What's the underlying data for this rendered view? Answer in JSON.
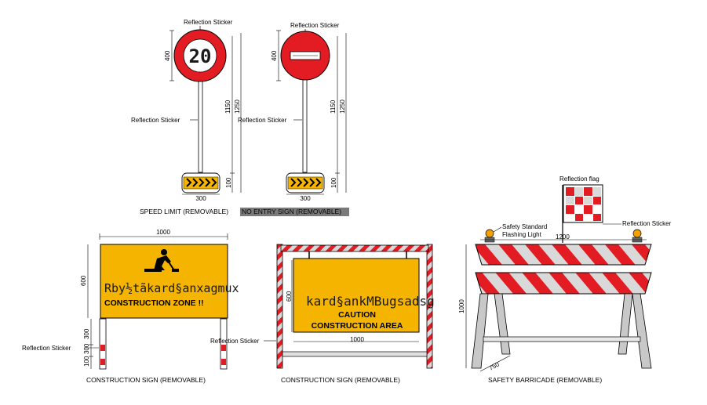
{
  "speed_limit_sign": {
    "value": "20",
    "label_top": "Reflection Sticker",
    "label_pole": "Reflection Sticker",
    "dim_dia": "400",
    "dim_pole": "1150",
    "dim_total": "1250",
    "dim_base_h": "100",
    "dim_base_w": "300",
    "caption": "SPEED LIMIT (REMOVABLE)"
  },
  "no_entry_sign": {
    "label_top": "Reflection Sticker",
    "label_pole": "Reflection Sticker",
    "dim_dia": "400",
    "dim_pole": "1150",
    "dim_total": "1250",
    "dim_base_h": "100",
    "dim_base_w": "300",
    "caption": "NO ENTRY SIGN (REMOVABLE)"
  },
  "construction_sign_1": {
    "dim_width": "1000",
    "dim_height": "600",
    "overlay_text": "Rby½tãkard§anxagmux",
    "text": "CONSTRUCTION ZONE !!",
    "label_leg": "Reflection Sticker",
    "dim_leg_1": "300",
    "dim_leg_2": "300",
    "dim_leg_3": "100",
    "caption": "CONSTRUCTION SIGN (REMOVABLE)"
  },
  "construction_sign_2": {
    "overlay_text": "kard§ankMBugsadsg",
    "dim_height": "600",
    "text_line1": "CAUTION",
    "text_line2": "CONSTRUCTION AREA",
    "dim_width": "1000",
    "label_leg": "Reflection Sticker",
    "caption": "CONSTRUCTION SIGN (REMOVABLE)"
  },
  "safety_barricade": {
    "label_flag": "Reflection flag",
    "label_light_1": "Safety Standard",
    "label_light_2": "Flashing Light",
    "dim_width": "1200",
    "label_sticker": "Reflection Sticker",
    "dim_height": "1000",
    "dim_depth": "750",
    "caption": "SAFETY BARRICADE (REMOVABLE)"
  },
  "colors": {
    "red": "#e31b23",
    "yellow": "#f5b400",
    "gray": "#c8c8c8"
  }
}
